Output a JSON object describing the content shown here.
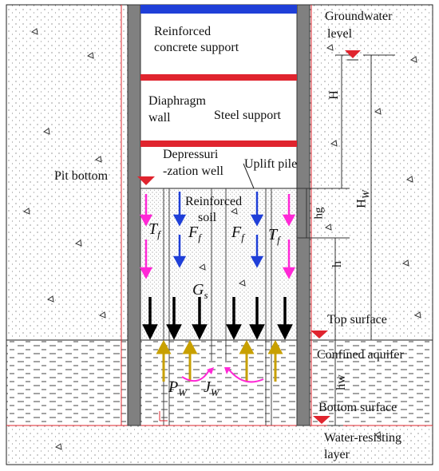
{
  "labels": {
    "groundwater_level_1": "Groundwater",
    "groundwater_level_2": "level",
    "reinforced_concrete_support_1": "Reinforced",
    "reinforced_concrete_support_2": "concrete support",
    "diaphragm_wall_1": "Diaphragm",
    "diaphragm_wall_2": "wall",
    "steel_support": "Steel support",
    "depressurization_well_1": "Depressuri",
    "depressurization_well_2": "-zation well",
    "uplift_pile": "Uplift pile",
    "pit_bottom": "Pit bottom",
    "reinforced_soil_1": "Reinforced",
    "reinforced_soil_2": "soil",
    "top_surface": "Top surface",
    "confined_aquifer": "Confined aquifer",
    "bottom_surface": "Bottom surface",
    "water_resisting_layer_1": "Water-resisting",
    "water_resisting_layer_2": "layer"
  },
  "symbols": {
    "T_main": "T",
    "T_sub": "f",
    "F_main": "F",
    "F_sub": "f",
    "G_main": "G",
    "G_sub": "s",
    "P_main": "P",
    "P_sub": "W",
    "J_main": "J",
    "J_sub": "W"
  },
  "dimensions": {
    "H": "H",
    "Hw_main": "H",
    "Hw_sub": "W",
    "hg": "hg",
    "h": "h",
    "hw": "hw"
  },
  "colors": {
    "wall": "#808080",
    "concrete_support": "#1f3fd8",
    "steel_support": "#e0242e",
    "water_marker": "#e0242e",
    "friction_arrow": "#ff28d6",
    "pile_arrow": "#1f3fd8",
    "gravity_arrow": "#000000",
    "uplift_arrow": "#c8a000",
    "seepage_arrow": "#ff28d6"
  }
}
